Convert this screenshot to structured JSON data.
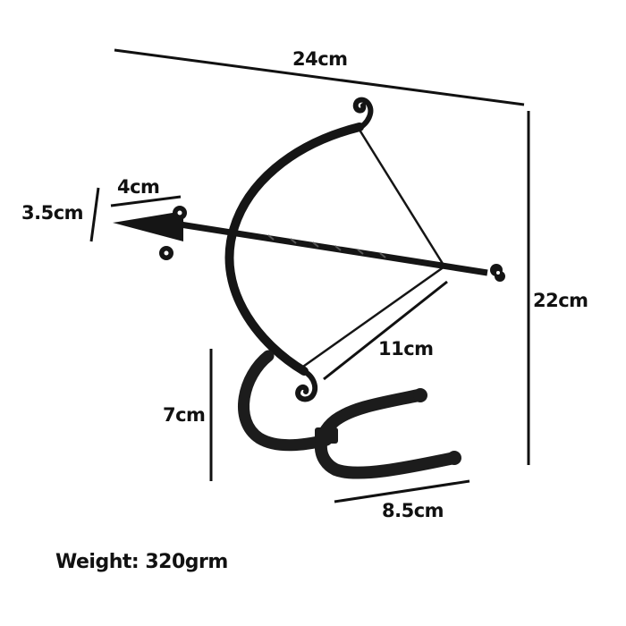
{
  "product": "wrought iron bow and arrow wall hook",
  "colors": {
    "background": "#ffffff",
    "metal": "#151515",
    "dimension_line": "#111111",
    "text": "#111111"
  },
  "dimensions": {
    "overall_width": "24cm",
    "overall_height": "22cm",
    "arrowhead_length": "4cm",
    "arrowhead_width": "3.5cm",
    "bowstring_lower": "11cm",
    "hook_height": "7cm",
    "hook_depth": "8.5cm"
  },
  "weight_label": "Weight: 320grm"
}
